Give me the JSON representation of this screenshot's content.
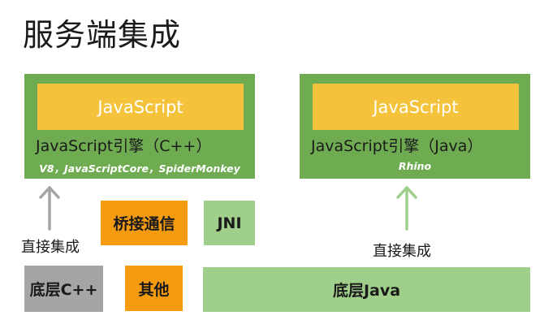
{
  "title": "服务端集成",
  "engines": {
    "cpp": {
      "js_label": "JavaScript",
      "engine_label": "JavaScript引擎（C++）",
      "examples": "V8，JavaScriptCore，SpiderMonkey"
    },
    "java": {
      "js_label": "JavaScript",
      "engine_label": "JavaScript引擎（Java）",
      "examples": "Rhino"
    }
  },
  "arrows": {
    "left_color": "#a5a5a5",
    "right_color": "#9fcf8a"
  },
  "captions": {
    "left": "直接集成",
    "right": "直接集成"
  },
  "boxes": {
    "bridge": "桥接通信",
    "jni": "JNI",
    "other": "其他",
    "cpp_base": "底层C++",
    "java_base": "底层Java"
  },
  "colors": {
    "engine_green": "#6fac51",
    "js_yellow": "#f5c33b",
    "orange": "#f59b10",
    "light_green": "#9fcf8a",
    "gray": "#a5a5a5"
  }
}
